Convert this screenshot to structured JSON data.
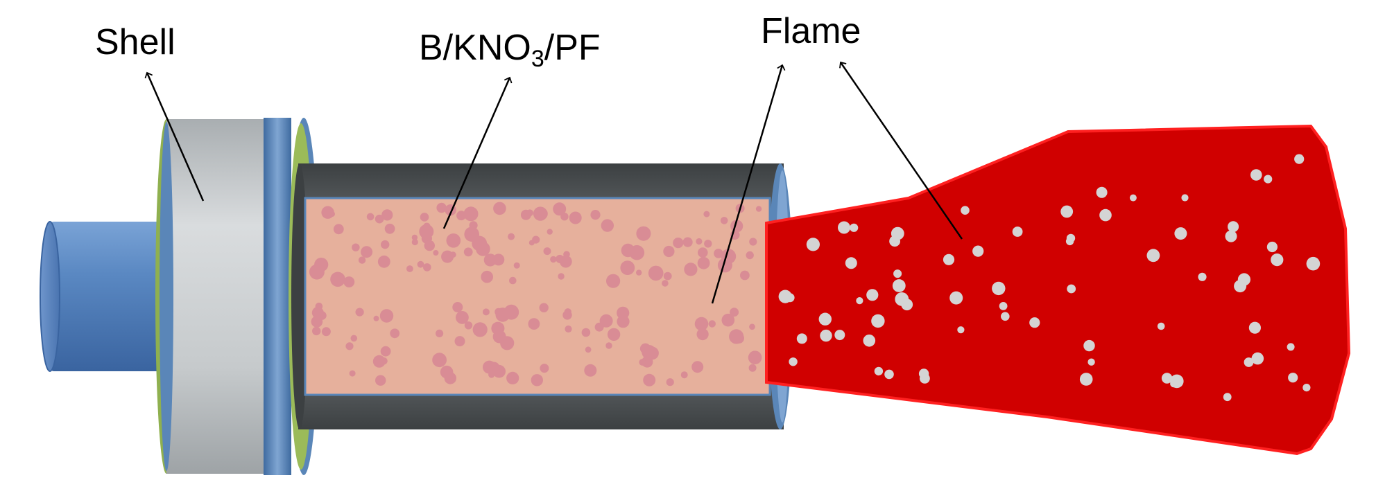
{
  "labels": {
    "shell": "Shell",
    "propellant_prefix": "B/KNO",
    "propellant_subscript": "3",
    "propellant_suffix": "/PF",
    "flame": "Flame"
  },
  "colors": {
    "nozzle": "#4f81bd",
    "shell_ring": "#c3c7c9",
    "shell_rim": "#5a86b8",
    "gasket": "#9bbb59",
    "casing": "#5c6163",
    "propellant": "#e6b09c",
    "propellant_particle": "#d98c95",
    "flame": "#d00000",
    "flame_edge": "#ff2020",
    "flame_particle": "#d4d4d4",
    "arrow": "#000000"
  }
}
